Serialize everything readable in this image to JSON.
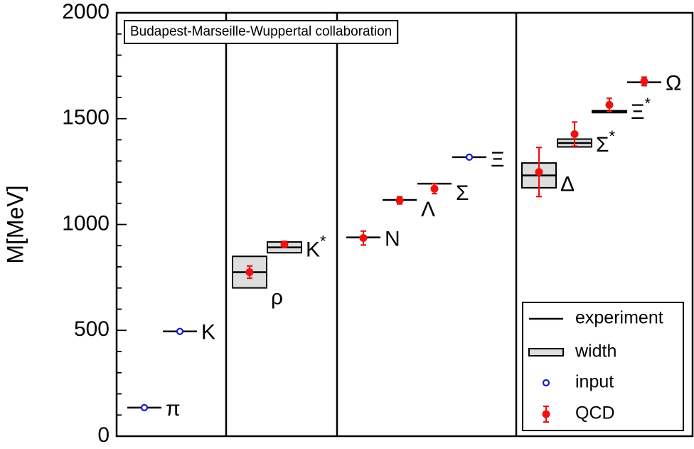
{
  "chart_data": {
    "type": "scatter",
    "ylabel": "M[MeV]",
    "ylim": [
      0,
      2000
    ],
    "y_ticks": [
      0,
      500,
      1000,
      1500,
      2000
    ],
    "y_tick_labels": [
      "0",
      "500",
      "1000",
      "1500",
      "2000"
    ],
    "annotation": "Budapest-Marseille-Wuppertal collaboration",
    "legend_position": "bottom-right",
    "legend": [
      {
        "key": "experiment",
        "label": "experiment"
      },
      {
        "key": "width",
        "label": "width"
      },
      {
        "key": "input",
        "label": "input"
      },
      {
        "key": "qcd",
        "label": "QCD"
      }
    ],
    "groups": [
      {
        "key": "pseudoscalar",
        "particles": [
          "pi",
          "K"
        ]
      },
      {
        "key": "vector",
        "particles": [
          "rho",
          "Kstar"
        ]
      },
      {
        "key": "octet",
        "particles": [
          "N",
          "Lambda",
          "Sigma",
          "Xi"
        ]
      },
      {
        "key": "decuplet",
        "particles": [
          "Delta",
          "SigmaStar",
          "XiStar",
          "Omega"
        ]
      }
    ],
    "particles": [
      {
        "key": "pi",
        "label": "π",
        "group": 0,
        "slot": 0,
        "experiment": 135,
        "input": true
      },
      {
        "key": "K",
        "label": "K",
        "group": 0,
        "slot": 1,
        "experiment": 495,
        "input": true
      },
      {
        "key": "rho",
        "label": "ρ",
        "group": 1,
        "slot": 0,
        "experiment": 775,
        "width": 149,
        "qcd": 775,
        "qcd_err": 29
      },
      {
        "key": "Kstar",
        "label": "K*",
        "group": 1,
        "slot": 1,
        "experiment": 892,
        "width": 51,
        "qcd": 906,
        "qcd_err": 14
      },
      {
        "key": "N",
        "label": "N",
        "group": 2,
        "slot": 0,
        "experiment": 939,
        "qcd": 936,
        "qcd_err": 33
      },
      {
        "key": "Lambda",
        "label": "Λ",
        "group": 2,
        "slot": 1,
        "experiment": 1116,
        "qcd": 1114,
        "qcd_err": 17
      },
      {
        "key": "Sigma",
        "label": "Σ",
        "group": 2,
        "slot": 2,
        "experiment": 1193,
        "qcd": 1169,
        "qcd_err": 23
      },
      {
        "key": "Xi",
        "label": "Ξ",
        "group": 2,
        "slot": 3,
        "experiment": 1318,
        "input": true
      },
      {
        "key": "Delta",
        "label": "Δ",
        "group": 3,
        "slot": 0,
        "experiment": 1232,
        "width": 117,
        "qcd": 1248,
        "qcd_err": 116
      },
      {
        "key": "SigmaStar",
        "label": "Σ*",
        "group": 3,
        "slot": 1,
        "experiment": 1385,
        "width": 37,
        "qcd": 1427,
        "qcd_err": 57
      },
      {
        "key": "XiStar",
        "label": "Ξ*",
        "group": 3,
        "slot": 2,
        "experiment": 1533,
        "width": 9,
        "qcd": 1565,
        "qcd_err": 31
      },
      {
        "key": "Omega",
        "label": "Ω",
        "group": 3,
        "slot": 3,
        "experiment": 1672,
        "qcd": 1676,
        "qcd_err": 20
      }
    ],
    "colors": {
      "axis": "#000000",
      "qcd": "#ee1111",
      "input": "#1a1acc",
      "width_fill": "#dddddd"
    }
  }
}
